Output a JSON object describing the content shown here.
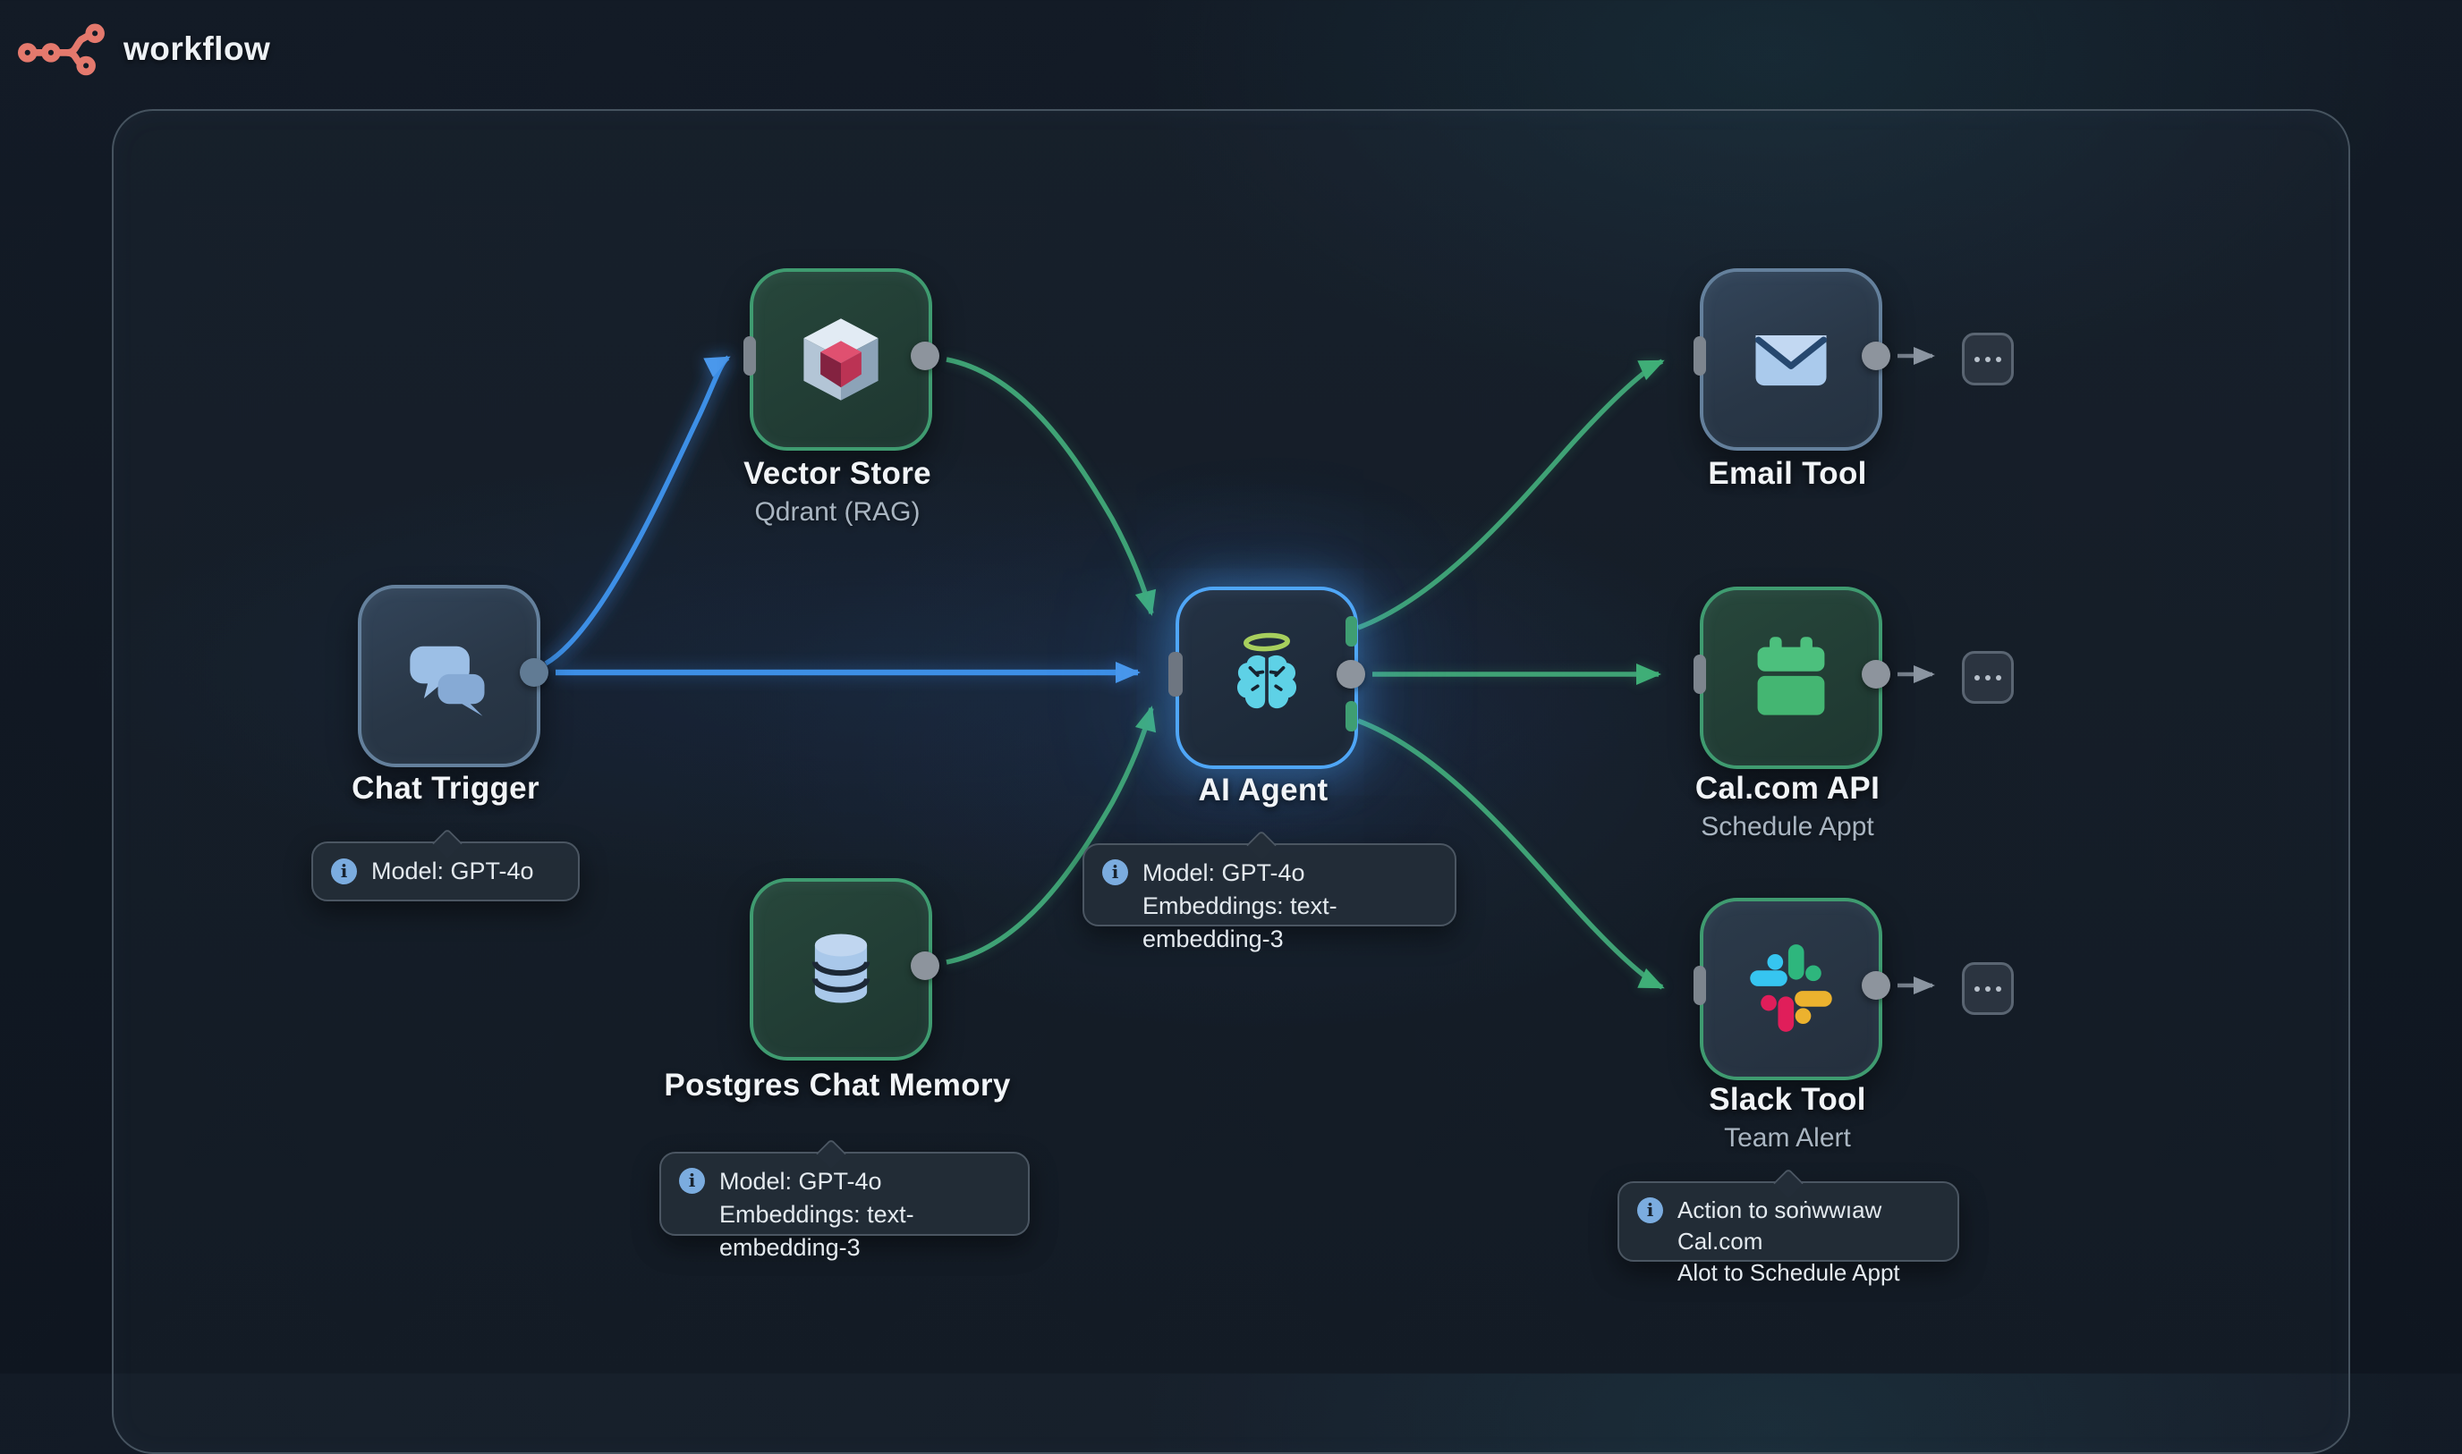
{
  "header": {
    "app_title": "workflow"
  },
  "colors": {
    "background": "#131b26",
    "frame_border": "#46535f",
    "edge_blue": "#3d8fe6",
    "edge_green": "#3fa275",
    "edge_gray": "#78828e",
    "node_border_slate": "#64809c",
    "node_border_green": "#3f9b70",
    "node_border_ai_blue": "#4fa6f7",
    "logo_accent": "#e4796d",
    "info_icon_bg": "#7bacdf",
    "slack_blue": "#36C5F0",
    "slack_green": "#2EB67D",
    "slack_red": "#E01E5A",
    "slack_yellow": "#ECB22E"
  },
  "icons": {
    "info_glyph": "i",
    "logo": "workflow-branch-logo",
    "node_icons": [
      "chat-bubbles-icon",
      "qdrant-cube-icon",
      "database-icon",
      "brain-halo-icon",
      "envelope-icon",
      "calendar-icon",
      "slack-icon"
    ]
  },
  "nodes": [
    {
      "id": "chat-trigger",
      "title": "Chat Trigger"
    },
    {
      "id": "vector-store",
      "title": "Vector Store",
      "subtitle": "Qdrant (RAG)"
    },
    {
      "id": "postgres-chat-memory",
      "title": "Postgres Chat Memory"
    },
    {
      "id": "ai-agent",
      "title": "AI Agent"
    },
    {
      "id": "email-tool",
      "title": "Email Tool"
    },
    {
      "id": "cal-api",
      "title": "Cal.com API",
      "subtitle": "Schedule Appt"
    },
    {
      "id": "slack-tool",
      "title": "Slack Tool",
      "subtitle": "Team Alert"
    }
  ],
  "tooltips": {
    "chat_trigger": {
      "line1": "Model: GPT-4o"
    },
    "ai_agent": {
      "line1": "Model: GPT-4o",
      "line2": "Embeddings: text-embedding-3"
    },
    "postgres_memory": {
      "line1": "Model: GPT-4o",
      "line2": "Embeddings: text-embedding-3"
    },
    "slack_tool": {
      "line1": "Action to soṅwwıaw Cal.com",
      "line2": "Alot to Schedule Appt"
    }
  },
  "edges": [
    {
      "from": "chat-trigger",
      "to": "vector-store",
      "color": "blue"
    },
    {
      "from": "chat-trigger",
      "to": "ai-agent",
      "color": "blue"
    },
    {
      "from": "vector-store",
      "to": "ai-agent",
      "color": "green"
    },
    {
      "from": "postgres-chat-memory",
      "to": "ai-agent",
      "color": "green"
    },
    {
      "from": "ai-agent",
      "to": "email-tool",
      "color": "green"
    },
    {
      "from": "ai-agent",
      "to": "cal-api",
      "color": "green"
    },
    {
      "from": "ai-agent",
      "to": "slack-tool",
      "color": "green"
    },
    {
      "from": "email-tool",
      "to": "next-step",
      "color": "gray"
    },
    {
      "from": "cal-api",
      "to": "next-step",
      "color": "gray"
    },
    {
      "from": "slack-tool",
      "to": "next-step",
      "color": "gray"
    }
  ]
}
